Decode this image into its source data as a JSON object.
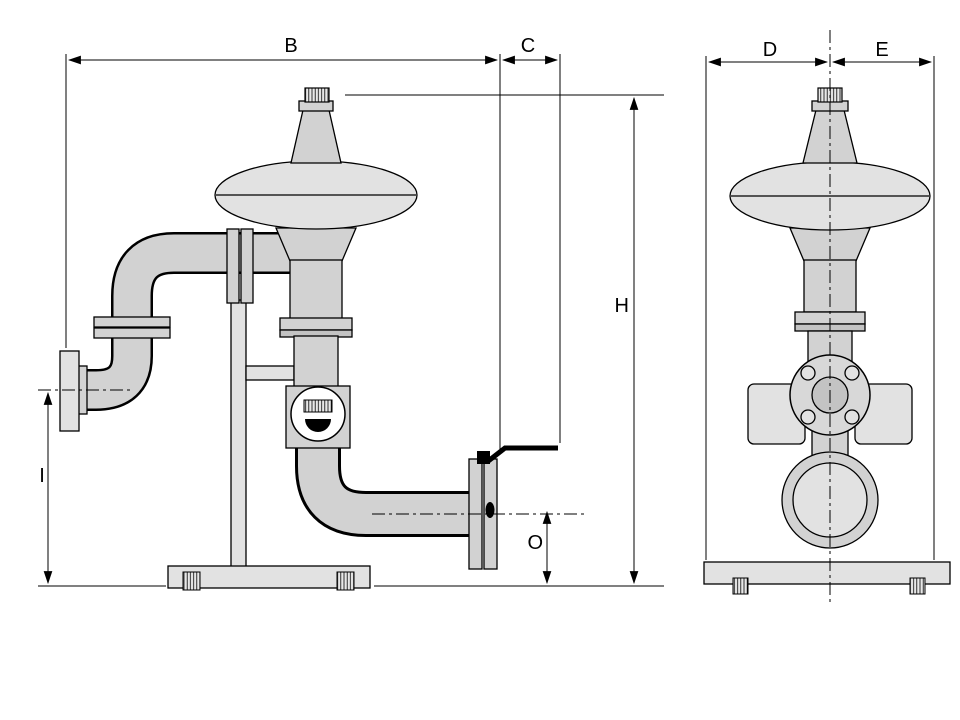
{
  "diagram": {
    "kind": "technical-dimension-drawing",
    "subject": "pressure regulator valve assembly on stand, two views",
    "labels": {
      "B": "B",
      "C": "C",
      "D": "D",
      "E": "E",
      "H": "H",
      "I": "I",
      "O": "O"
    },
    "colors": {
      "line": "#000000",
      "metal": "#d2d2d2",
      "metal_light": "#e2e2e2",
      "gauge_face": "#ffffff",
      "handle": "#000000",
      "background": "#ffffff"
    }
  }
}
